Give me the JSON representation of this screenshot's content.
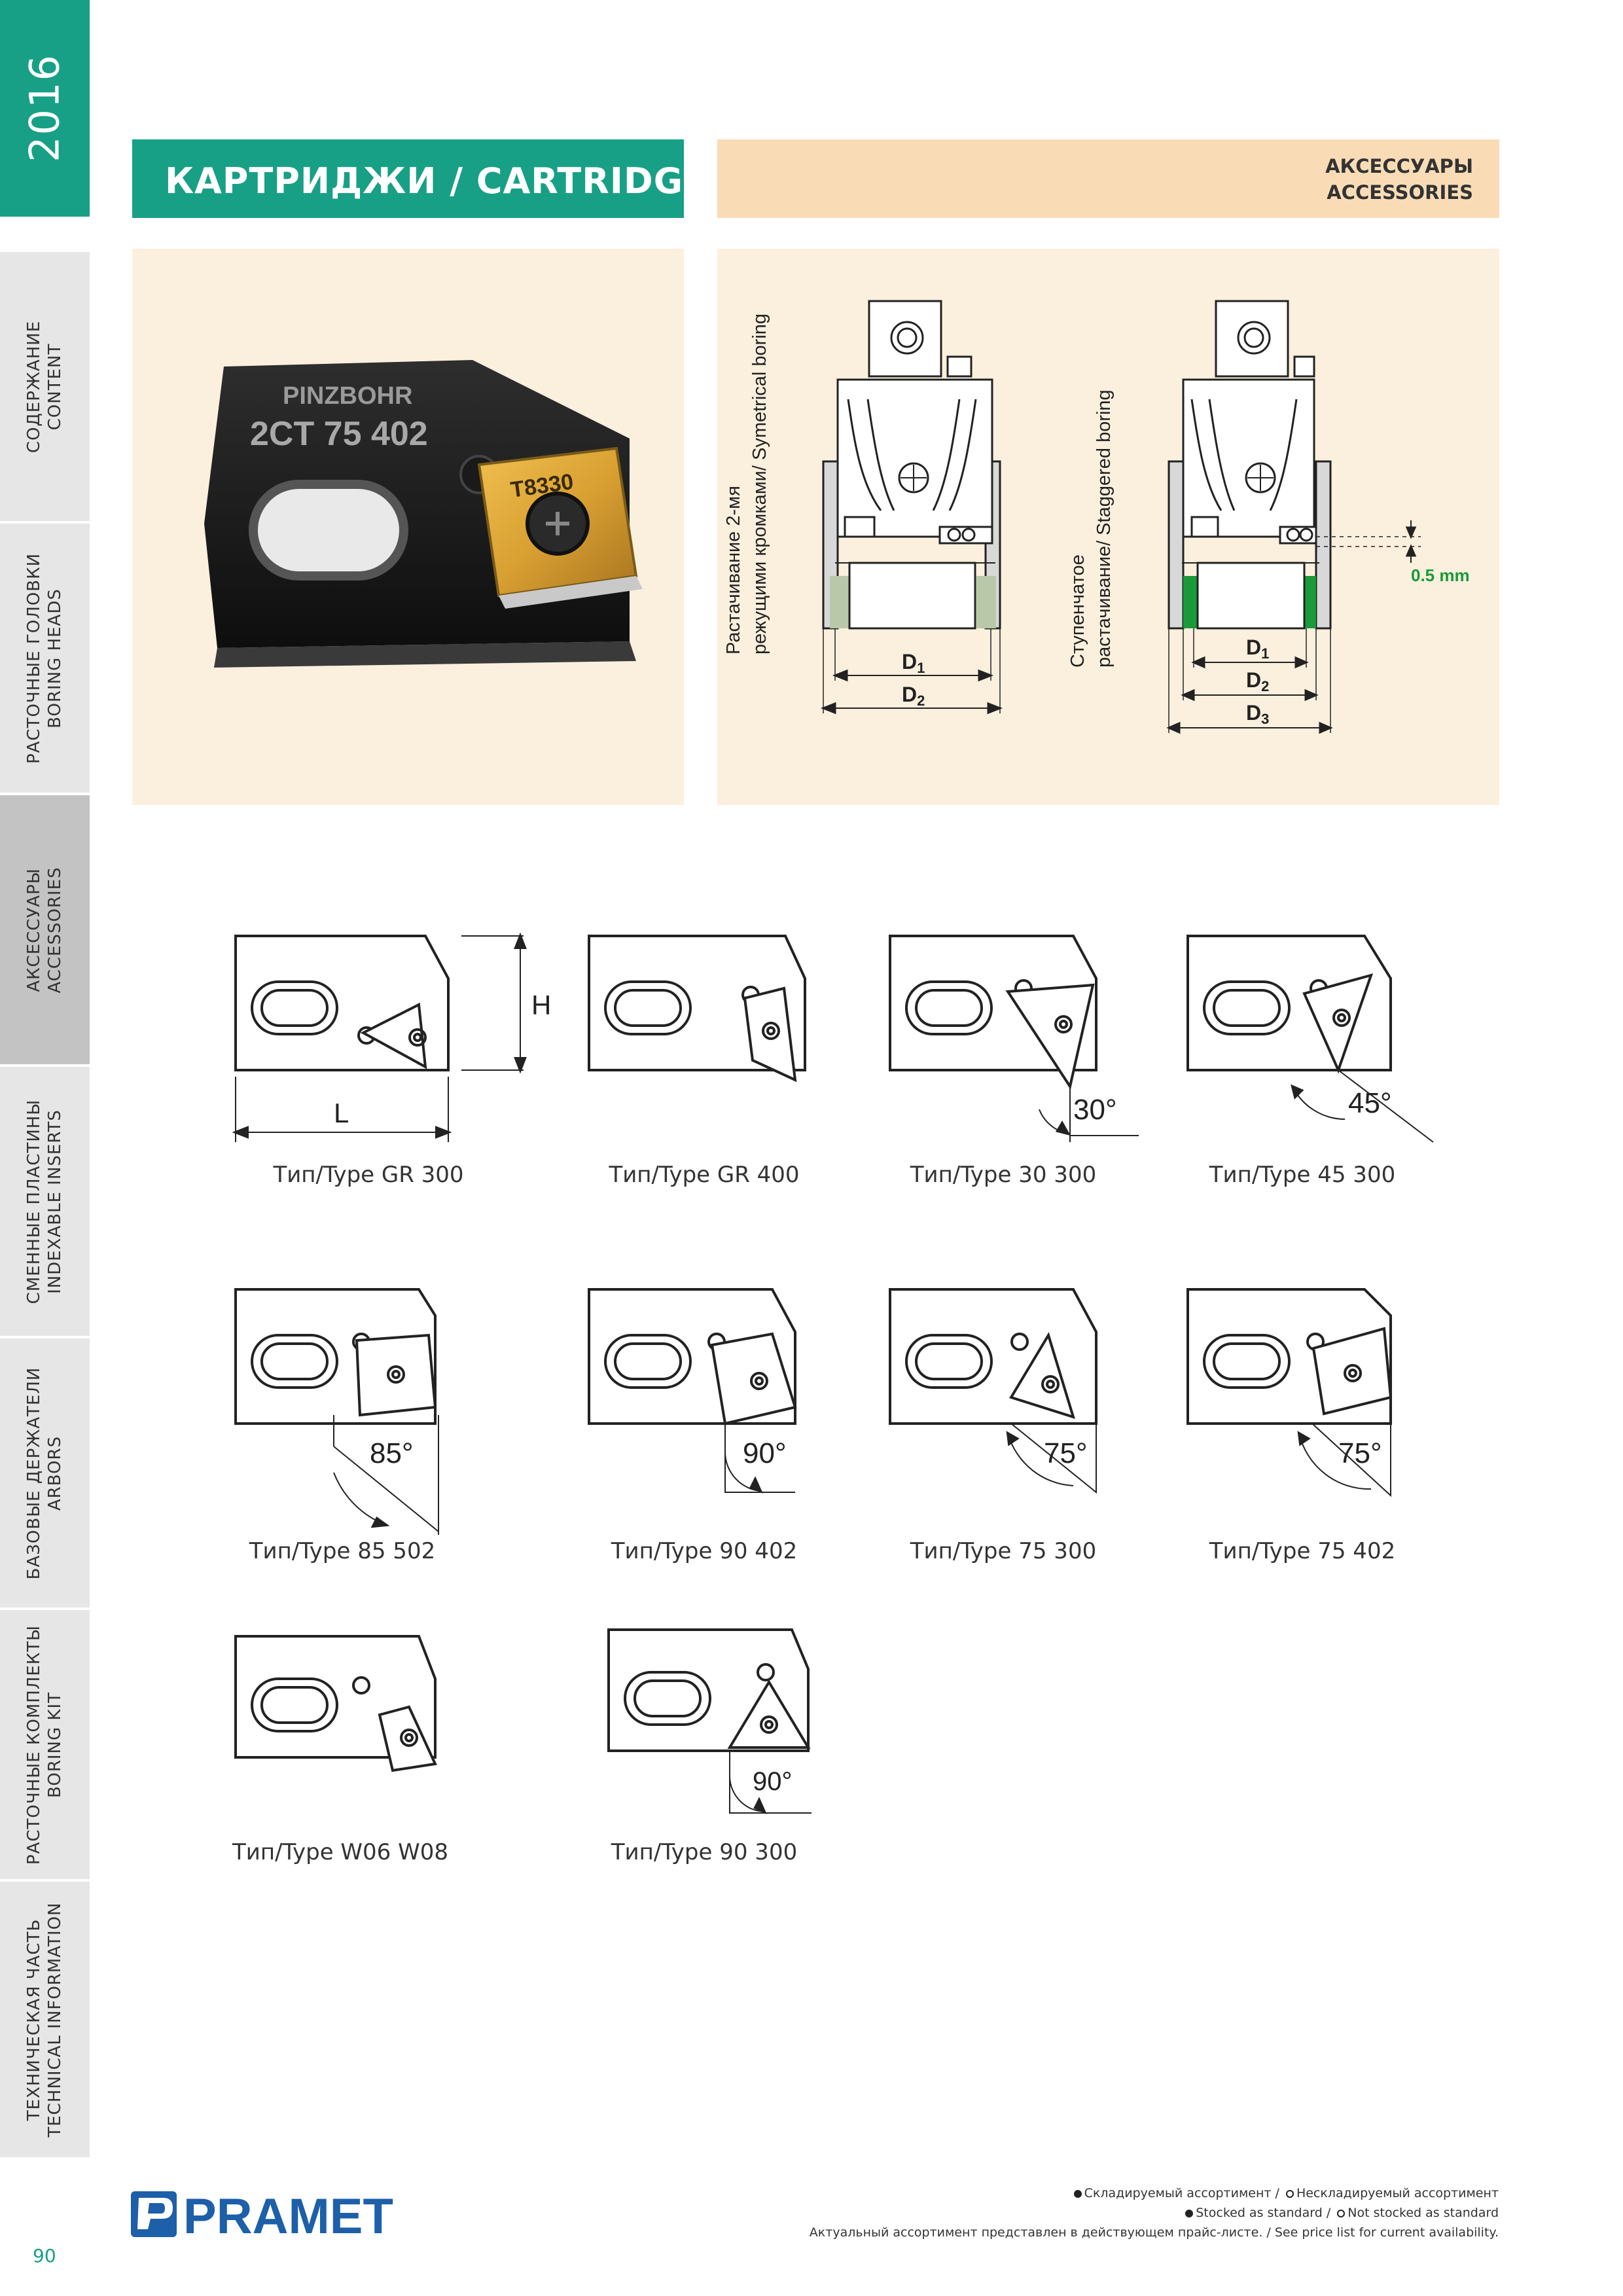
{
  "sidebar": {
    "year": "2016",
    "items": [
      {
        "ru": "СОДЕРЖАНИЕ",
        "en": "CONTENT",
        "active": false
      },
      {
        "ru": "РАСТОЧНЫЕ ГОЛОВКИ",
        "en": "BORING HEADS",
        "active": false
      },
      {
        "ru": "АКСЕССУАРЫ",
        "en": "ACCESSORIES",
        "active": true
      },
      {
        "ru": "СМЕННЫЕ ПЛАСТИНЫ",
        "en": "INDEXABLE INSERTS",
        "active": false
      },
      {
        "ru": "БАЗОВЫЕ ДЕРЖАТЕЛИ",
        "en": "ARBORS",
        "active": false
      },
      {
        "ru": "РАСТОЧНЫЕ КОМПЛЕКТЫ",
        "en": "BORING KIT",
        "active": false
      },
      {
        "ru": "ТЕХНИЧЕСКАЯ ЧАСТЬ",
        "en": "TECHNICAL INFORMATION",
        "active": false
      }
    ],
    "page_number": "90"
  },
  "header": {
    "title": "КАРТРИДЖИ / CARTRIDGES",
    "section_ru": "АКСЕССУАРЫ",
    "section_en": "ACCESSORIES"
  },
  "photo": {
    "brand": "PINZBOHR",
    "code": "2CT 75 402",
    "insert_mark": "T8330"
  },
  "diagrams": {
    "left_caption_1": "Растачивание 2-мя",
    "left_caption_2": "режущими кромками/ Symetrical boring",
    "right_caption_1": "Ступенчатое",
    "right_caption_2": "растачивание/ Staggered boring",
    "d1": "D",
    "d1_sub": "1",
    "d2": "D",
    "d2_sub": "2",
    "d3": "D",
    "d3_sub": "3",
    "offset": "0.5 mm"
  },
  "cartridges": [
    {
      "label": "Тип/Type GR 300",
      "angle": "",
      "dim_h": "H",
      "dim_l": "L"
    },
    {
      "label": "Тип/Type GR 400",
      "angle": ""
    },
    {
      "label": "Тип/Type 30 300",
      "angle": "30°"
    },
    {
      "label": "Тип/Type 45 300",
      "angle": "45°"
    },
    {
      "label": "Тип/Type 85 502",
      "angle": "85°"
    },
    {
      "label": "Тип/Type 90 402",
      "angle": "90°"
    },
    {
      "label": "Тип/Type 75 300",
      "angle": "75°"
    },
    {
      "label": "Тип/Type 75 402",
      "angle": "75°"
    },
    {
      "label": "Тип/Type W06 W08",
      "angle": ""
    },
    {
      "label": "Тип/Type 90 300",
      "angle": "90°"
    }
  ],
  "footer": {
    "logo": "PRAMET",
    "legend_line1_a": "Складируемый ассортимент /",
    "legend_line1_b": "Нескладируемый ассортимент",
    "legend_line2_a": "Stocked as standard /",
    "legend_line2_b": "Not stocked as standard",
    "legend_line3": "Актуальный ассортимент представлен в действующем прайс-листе. / See price list for current availability."
  },
  "colors": {
    "accent": "#17a086",
    "section_bg": "#f9dcb6",
    "panel_bg": "#fbf0dd",
    "sidebar_bg": "#e6e6e6",
    "sidebar_active": "#c3c3c3",
    "logo_blue": "#1d5fa8",
    "insert_gold": "#d9a032",
    "green_edge": "#1a9a3a"
  }
}
